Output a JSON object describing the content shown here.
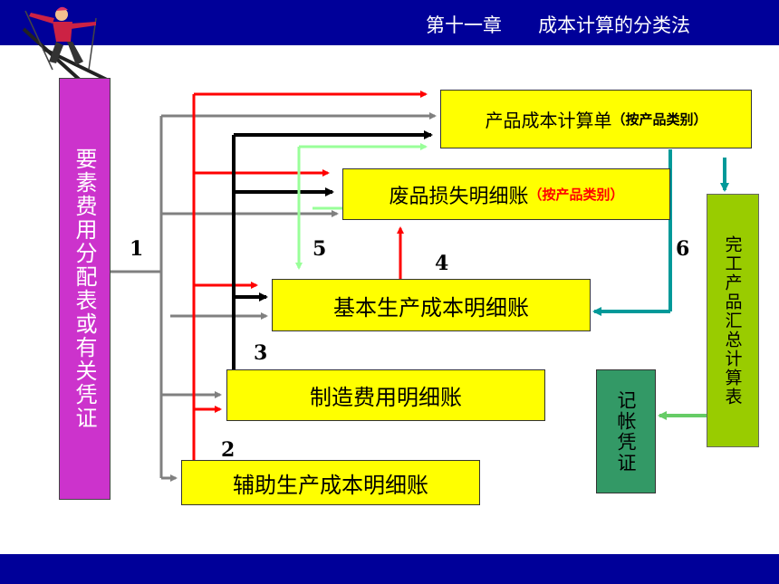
{
  "header": {
    "chapter": "第十一章",
    "title": "成本计算的分类法"
  },
  "source_box": {
    "text": "要素费用分配表或有关凭证"
  },
  "product_cost_sheet": {
    "main": "产品成本计算单",
    "note": "按产品类别"
  },
  "scrap_loss": {
    "main": "废品损失明细账",
    "note": "按产品类别"
  },
  "basic_production": {
    "text": "基本生产成本明细账"
  },
  "manufacturing_overhead": {
    "text": "制造费用明细账"
  },
  "auxiliary_production": {
    "text": "辅助生产成本明细账"
  },
  "finished_summary": {
    "text": "完工产品汇总计算表"
  },
  "voucher": {
    "text": "记帐凭证"
  },
  "steps": [
    "1",
    "2",
    "3",
    "4",
    "5",
    "6"
  ],
  "colors": {
    "bar": "#000099",
    "box": "#ffff00",
    "source": "#cc33cc",
    "summary": "#99cc00",
    "voucher": "#339966",
    "gray": "#808080",
    "red": "#ff0000",
    "black": "#000000",
    "lightgreen": "#99ff99",
    "teal": "#009999",
    "greenarrow": "#66cc66",
    "note_red": "#ff0000"
  }
}
